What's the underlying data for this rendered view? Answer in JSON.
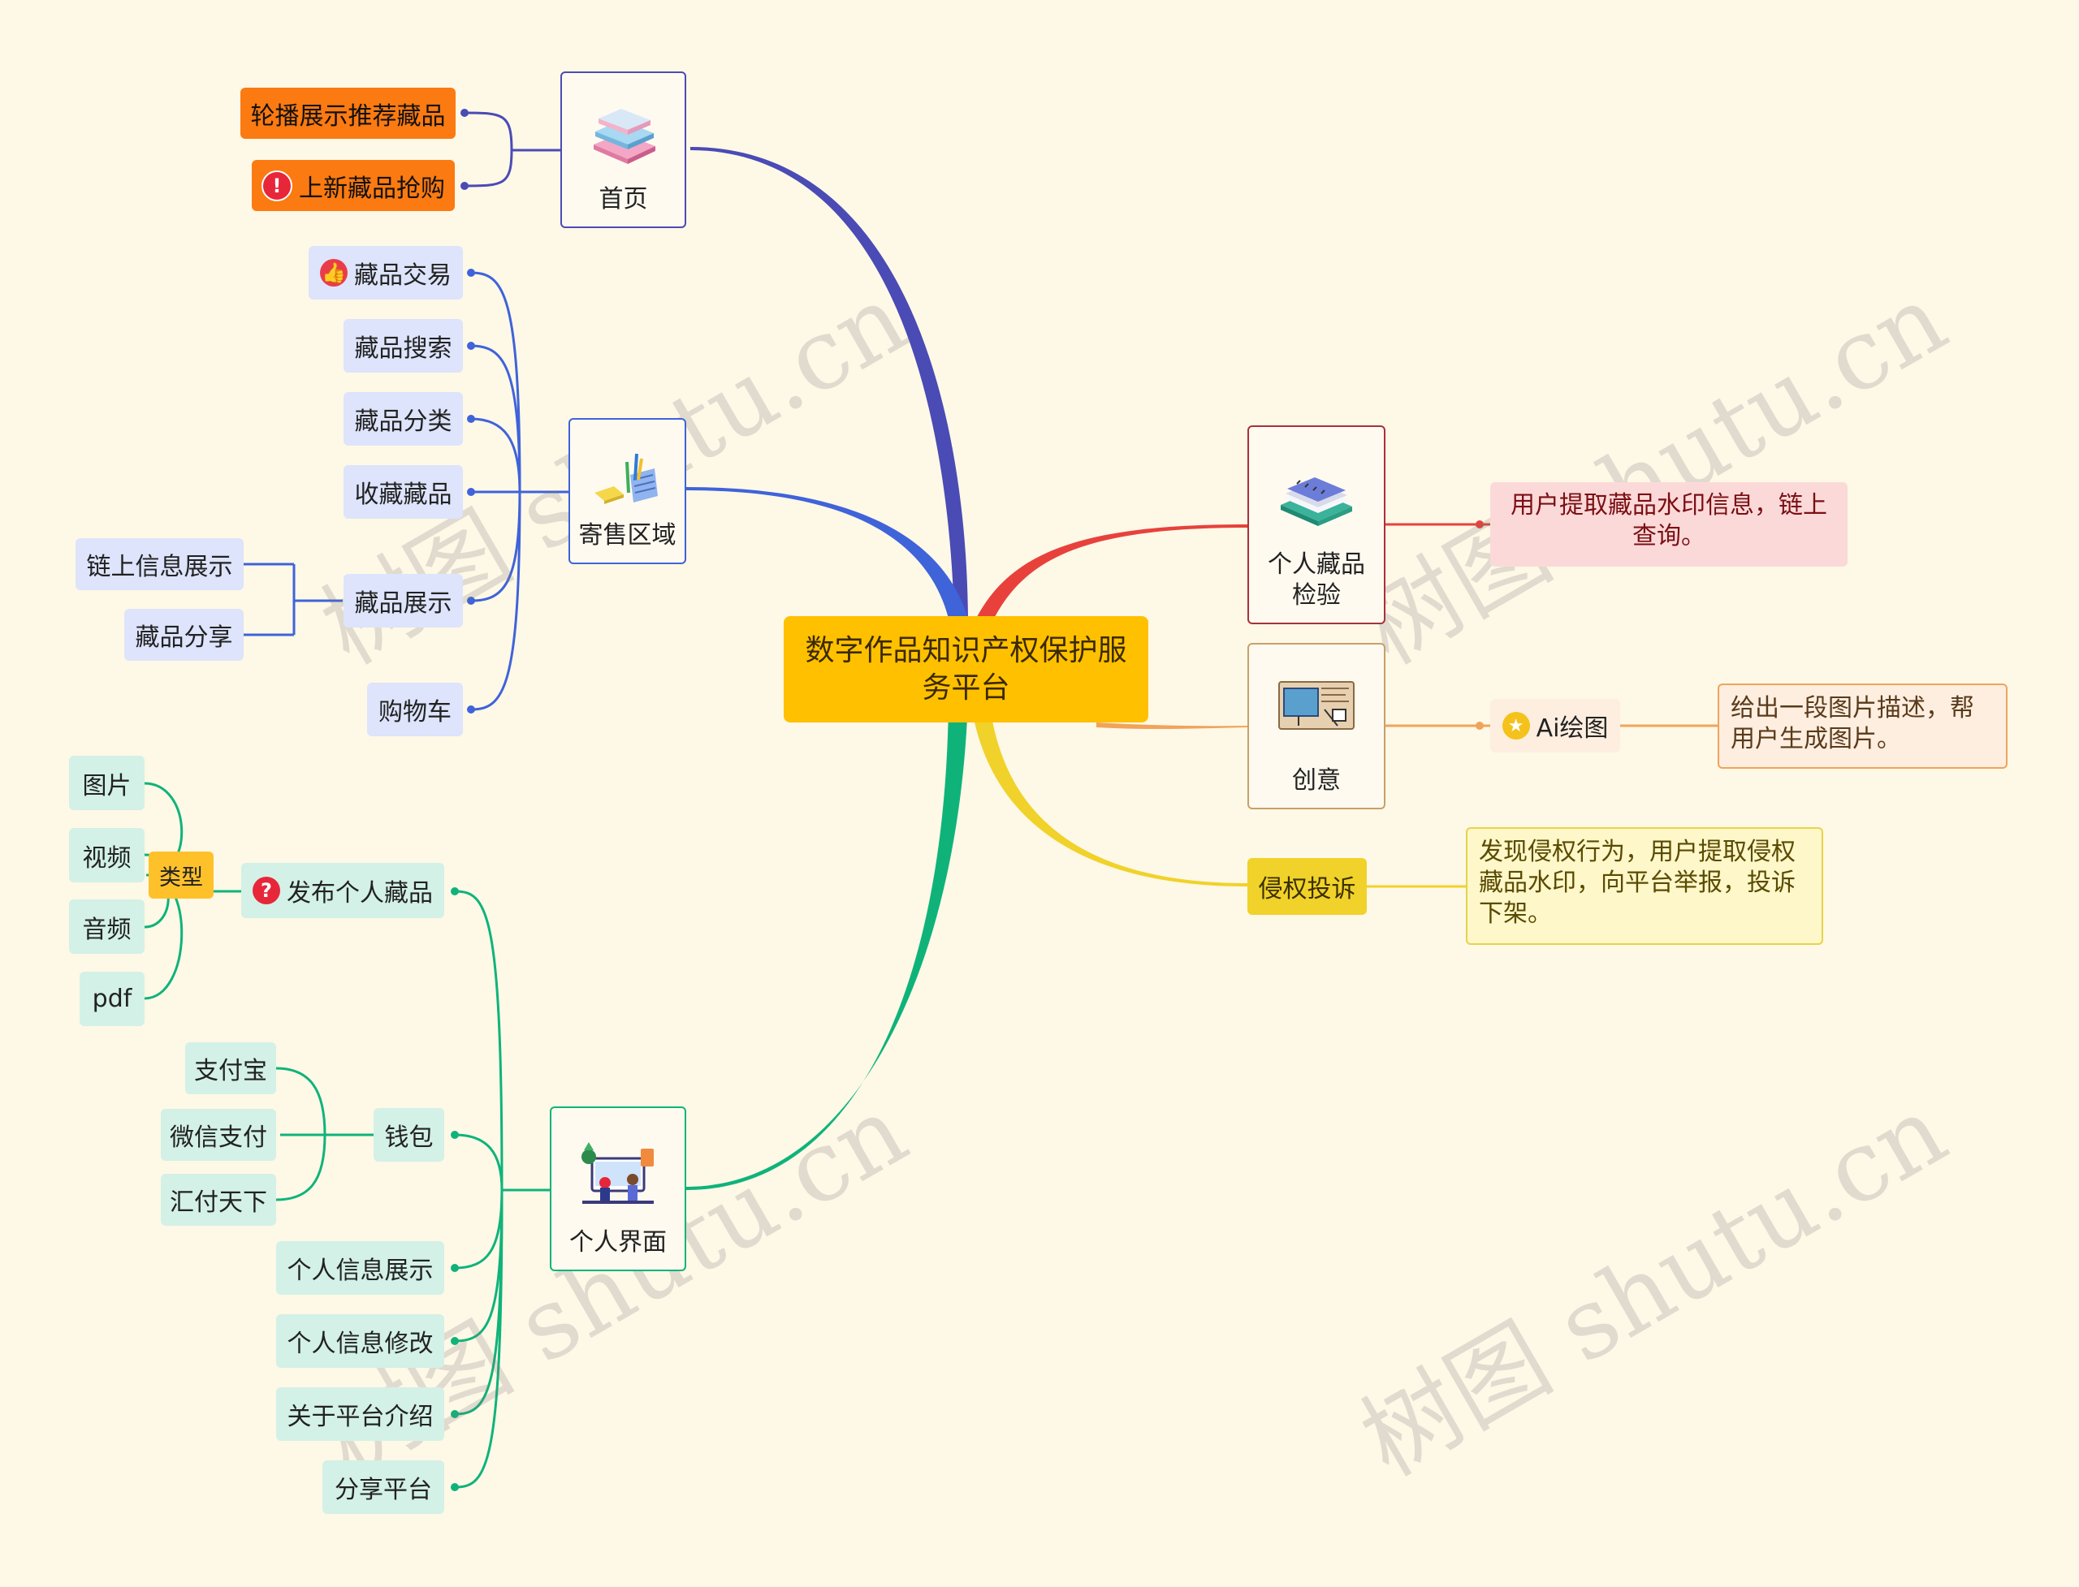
{
  "center": {
    "title": "数字作品知识产权保护服务平台"
  },
  "branches": {
    "home": {
      "label": "首页",
      "children": [
        "轮播展示推荐藏品",
        "上新藏品抢购"
      ],
      "color": "#4a4bb5"
    },
    "consign": {
      "label": "寄售区域",
      "children": [
        "藏品交易",
        "藏品搜索",
        "藏品分类",
        "收藏藏品",
        "藏品展示",
        "购物车"
      ],
      "display_children": [
        "链上信息展示",
        "藏品分享"
      ],
      "color": "#3f63d9"
    },
    "personal": {
      "label": "个人界面",
      "children": [
        "发布个人藏品",
        "钱包",
        "个人信息展示",
        "个人信息修改",
        "关于平台介绍",
        "分享平台"
      ],
      "type_group": "类型",
      "types": [
        "图片",
        "视频",
        "音频",
        "pdf"
      ],
      "wallet": [
        "支付宝",
        "微信支付",
        "汇付天下"
      ],
      "color": "#0fb37a"
    },
    "inspect": {
      "label": "个人藏品检验",
      "note": "用户提取藏品水印信息，链上查询。",
      "color": "#e8413c"
    },
    "creative": {
      "label": "创意",
      "child": "Ai绘图",
      "note": "给出一段图片描述，帮用户生成图片。",
      "color": "#f0a45a"
    },
    "complaint": {
      "label": "侵权投诉",
      "note": "发现侵权行为，用户提取侵权藏品水印，向平台举报，投诉下架。",
      "color": "#f0d22a"
    }
  },
  "watermark": "树图 shutu.cn",
  "icons": {
    "home": "books-icon",
    "consign": "desk-tools-icon",
    "personal": "workspace-icon",
    "inspect": "notebook-icon",
    "creative": "sketch-board-icon",
    "alert": "exclamation-icon",
    "like": "thumbs-up-icon",
    "help": "question-icon",
    "star": "star-icon"
  }
}
